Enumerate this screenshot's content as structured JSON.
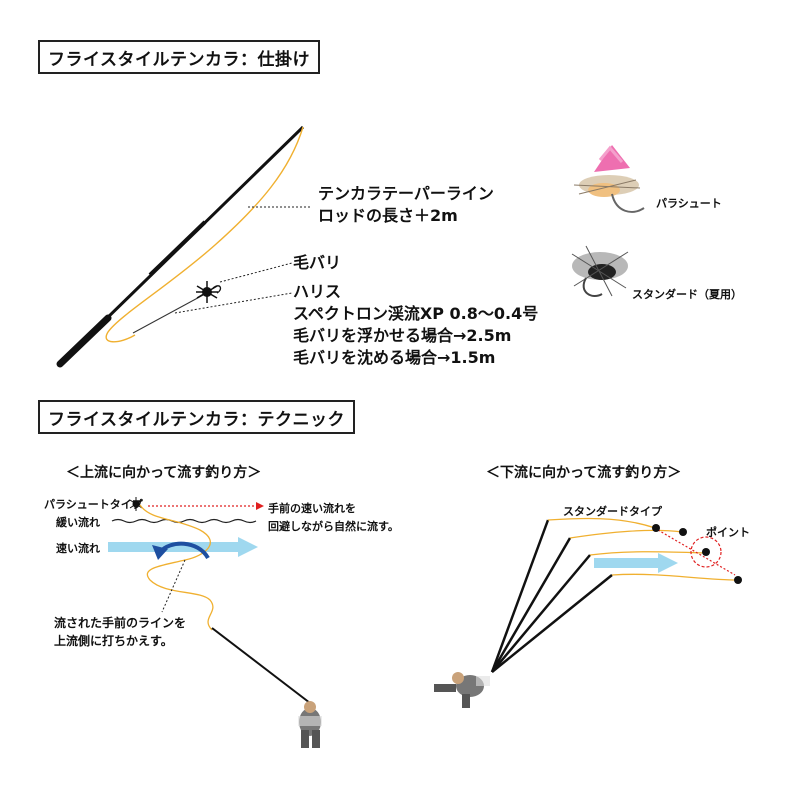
{
  "section1": {
    "title": "フライスタイルテンカラ：仕掛け",
    "line_label_1": "テンカラテーパーライン",
    "line_label_2": "ロッドの長さ＋2m",
    "fly_label": "毛バリ",
    "tippet_label_1": "ハリス",
    "tippet_label_2": "スペクトロン渓流XP 0.8〜0.4号",
    "tippet_label_3": "毛バリを浮かせる場合→2.5m",
    "tippet_label_4": "毛バリを沈める場合→1.5m",
    "fly_parachute": "パラシュート",
    "fly_standard": "スタンダード（夏用）"
  },
  "section2": {
    "title": "フライスタイルテンカラ：テクニック",
    "left": {
      "heading": "＜上流に向かって流す釣り方＞",
      "parachute_type": "パラシュートタイプ",
      "slow_current": "緩い流れ",
      "fast_current": "速い流れ",
      "note_1": "手前の速い流れを",
      "note_2": "回避しながら自然に流す。",
      "swept_1": "流された手前のラインを",
      "swept_2": "上流側に打ちかえす。"
    },
    "right": {
      "heading": "＜下流に向かって流す釣り方＞",
      "standard_type": "スタンダードタイプ",
      "point": "ポイント"
    }
  },
  "colors": {
    "line": "#f0b030",
    "current": "#9fd8ef",
    "arrow_blue": "#1e4fa0",
    "red_dashed": "#e02020",
    "rod": "#111111"
  }
}
